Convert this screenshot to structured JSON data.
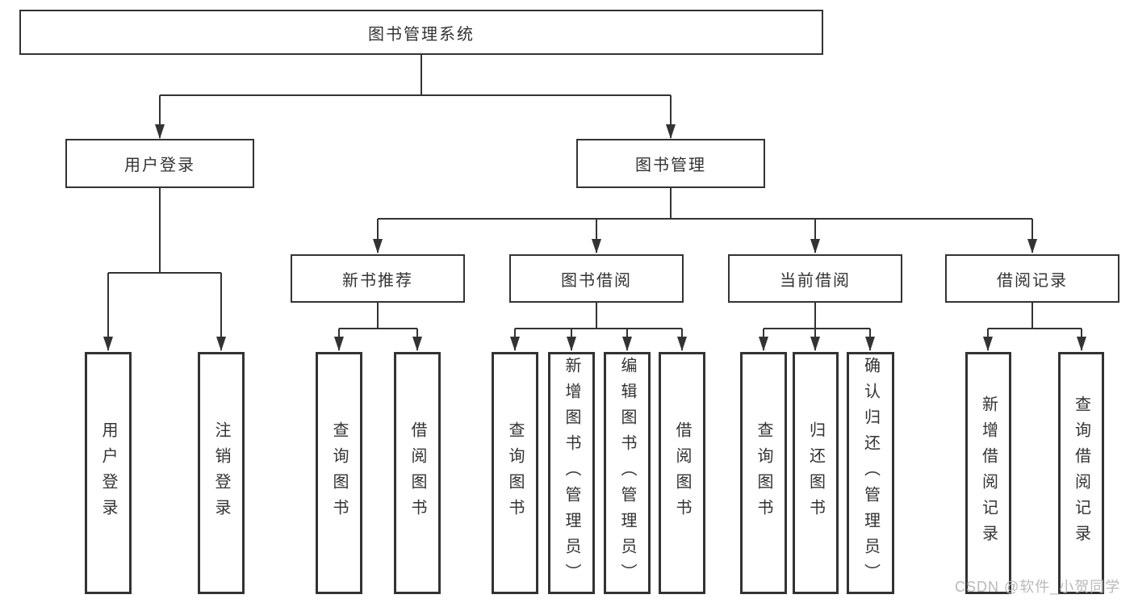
{
  "diagram": {
    "title": "图书管理系统",
    "branches": {
      "user_login": {
        "label": "用户登录",
        "children": [
          "用户登录",
          "注销登录"
        ]
      },
      "book_management": {
        "label": "图书管理",
        "children": {
          "new_books": {
            "label": "新书推荐",
            "children": [
              "查询图书",
              "借阅图书"
            ]
          },
          "borrowing": {
            "label": "图书借阅",
            "children": [
              "查询图书",
              "新增图书（管理员）",
              "编辑图书（管理员）",
              "借阅图书"
            ]
          },
          "current": {
            "label": "当前借阅",
            "children": [
              "查询图书",
              "归还图书",
              "确认归还（管理员）"
            ]
          },
          "records": {
            "label": "借阅记录",
            "children": [
              "新增借阅记录",
              "查询借阅记录"
            ]
          }
        }
      }
    },
    "watermark": "CSDN @软件_小贺同学",
    "colors": {
      "line": "#333333",
      "box_border": "#333333",
      "text": "#333333",
      "watermark": "#b9b9b9",
      "background": "#ffffff"
    }
  }
}
